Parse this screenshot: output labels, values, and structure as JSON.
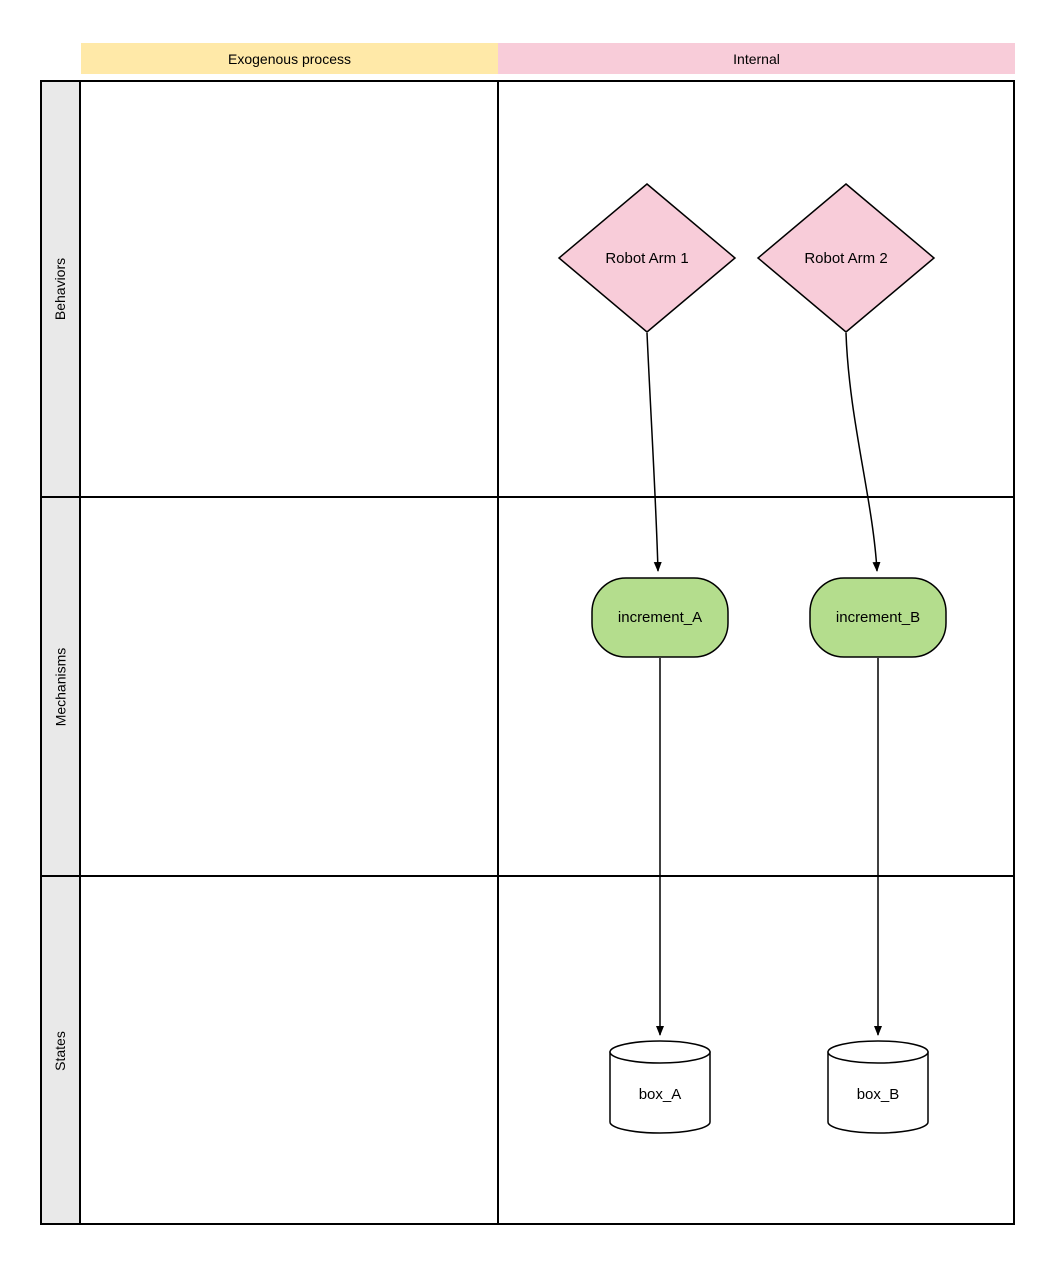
{
  "columns": [
    {
      "label": "Exogenous process",
      "bg_color": "#ffe9a8"
    },
    {
      "label": "Internal",
      "bg_color": "#f8ccd9"
    }
  ],
  "rows": [
    {
      "label": "Behaviors"
    },
    {
      "label": "Mechanisms"
    },
    {
      "label": "States"
    }
  ],
  "nodes": [
    {
      "id": "robot_arm_1",
      "label": "Robot Arm 1",
      "shape": "diamond",
      "lane": "Behaviors",
      "column": "Internal",
      "fill": "#f8ccd9"
    },
    {
      "id": "robot_arm_2",
      "label": "Robot Arm 2",
      "shape": "diamond",
      "lane": "Behaviors",
      "column": "Internal",
      "fill": "#f8ccd9"
    },
    {
      "id": "increment_A",
      "label": "increment_A",
      "shape": "rounded-rectangle",
      "lane": "Mechanisms",
      "column": "Internal",
      "fill": "#b4dd8d"
    },
    {
      "id": "increment_B",
      "label": "increment_B",
      "shape": "rounded-rectangle",
      "lane": "Mechanisms",
      "column": "Internal",
      "fill": "#b4dd8d"
    },
    {
      "id": "box_A",
      "label": "box_A",
      "shape": "cylinder",
      "lane": "States",
      "column": "Internal",
      "fill": "#ffffff"
    },
    {
      "id": "box_B",
      "label": "box_B",
      "shape": "cylinder",
      "lane": "States",
      "column": "Internal",
      "fill": "#ffffff"
    }
  ],
  "edges": [
    {
      "from": "robot_arm_1",
      "to": "increment_A"
    },
    {
      "from": "robot_arm_2",
      "to": "increment_B"
    },
    {
      "from": "increment_A",
      "to": "box_A"
    },
    {
      "from": "increment_B",
      "to": "box_B"
    }
  ]
}
